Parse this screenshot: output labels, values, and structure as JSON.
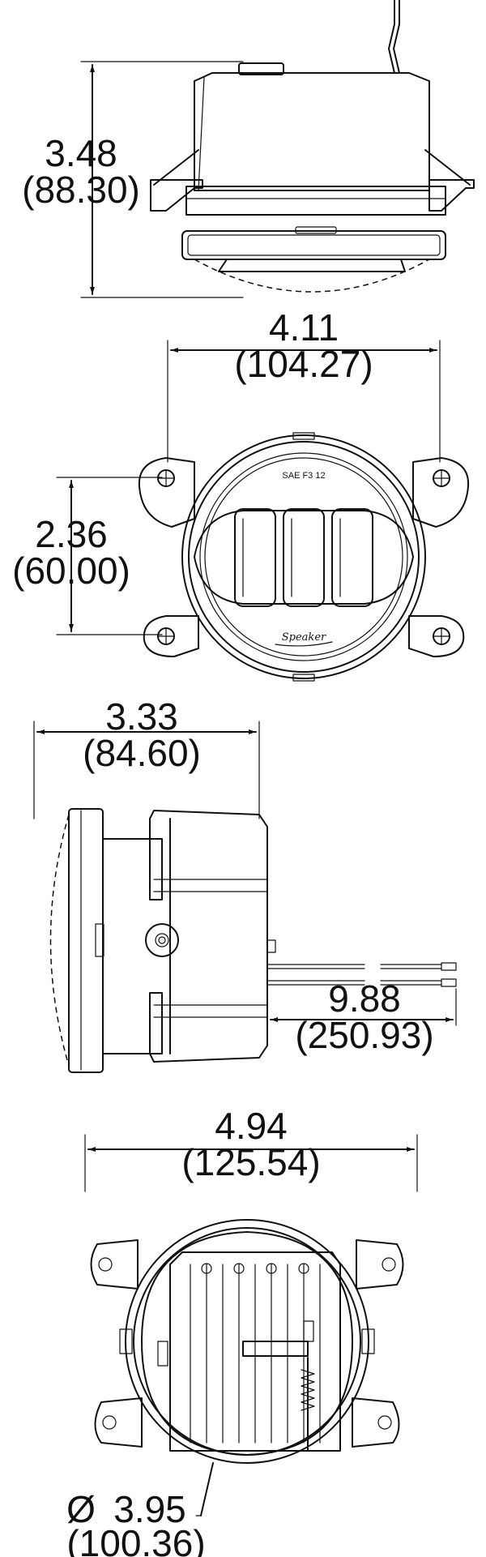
{
  "views": {
    "side_top": {
      "dim_in": "3.48",
      "dim_mm": "(88.30)"
    },
    "front": {
      "width_in": "4.11",
      "width_mm": "(104.27)",
      "height_in": "2.36",
      "height_mm": "(60.00)",
      "lens_marking": "SAE  F3  12",
      "brand_script": "Speaker"
    },
    "side": {
      "depth_in": "3.33",
      "depth_mm": "(84.60)",
      "lead_in": "9.88",
      "lead_mm": "(250.93)"
    },
    "rear": {
      "width_in": "4.94",
      "width_mm": "(125.54)",
      "dia_symbol": "Ø",
      "dia_in": "3.95",
      "dia_mm": "(100.36)"
    }
  }
}
